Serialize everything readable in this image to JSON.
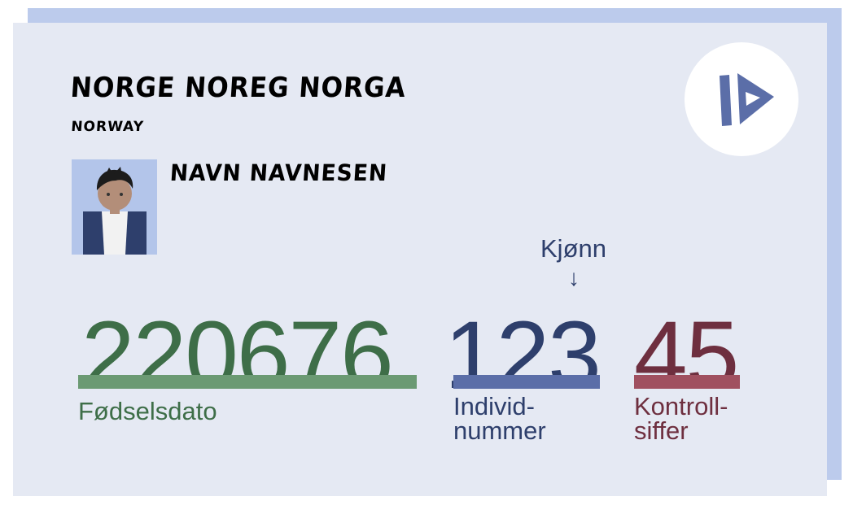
{
  "card": {
    "country_title": "NORGE NOREG NORGA",
    "country_english": "NORWAY",
    "holder_name": "NAVN NAVNESEN"
  },
  "number": {
    "birth_date": "220676",
    "individual": "123",
    "check": "45"
  },
  "labels": {
    "birth_date": "Fødselsdato",
    "individual_line1": "Individ-",
    "individual_line2": "nummer",
    "check_line1": "Kontroll-",
    "check_line2": "siffer",
    "gender": "Kjønn",
    "gender_arrow": "↓"
  },
  "icons": {
    "logo": "id-logo-icon",
    "photo": "person-avatar-icon"
  },
  "colors": {
    "birth_date": "#3e6e48",
    "individual": "#2e3f6c",
    "check": "#6e2f3f",
    "card_background": "#e5e9f3",
    "card_shadow": "#bccbec"
  }
}
